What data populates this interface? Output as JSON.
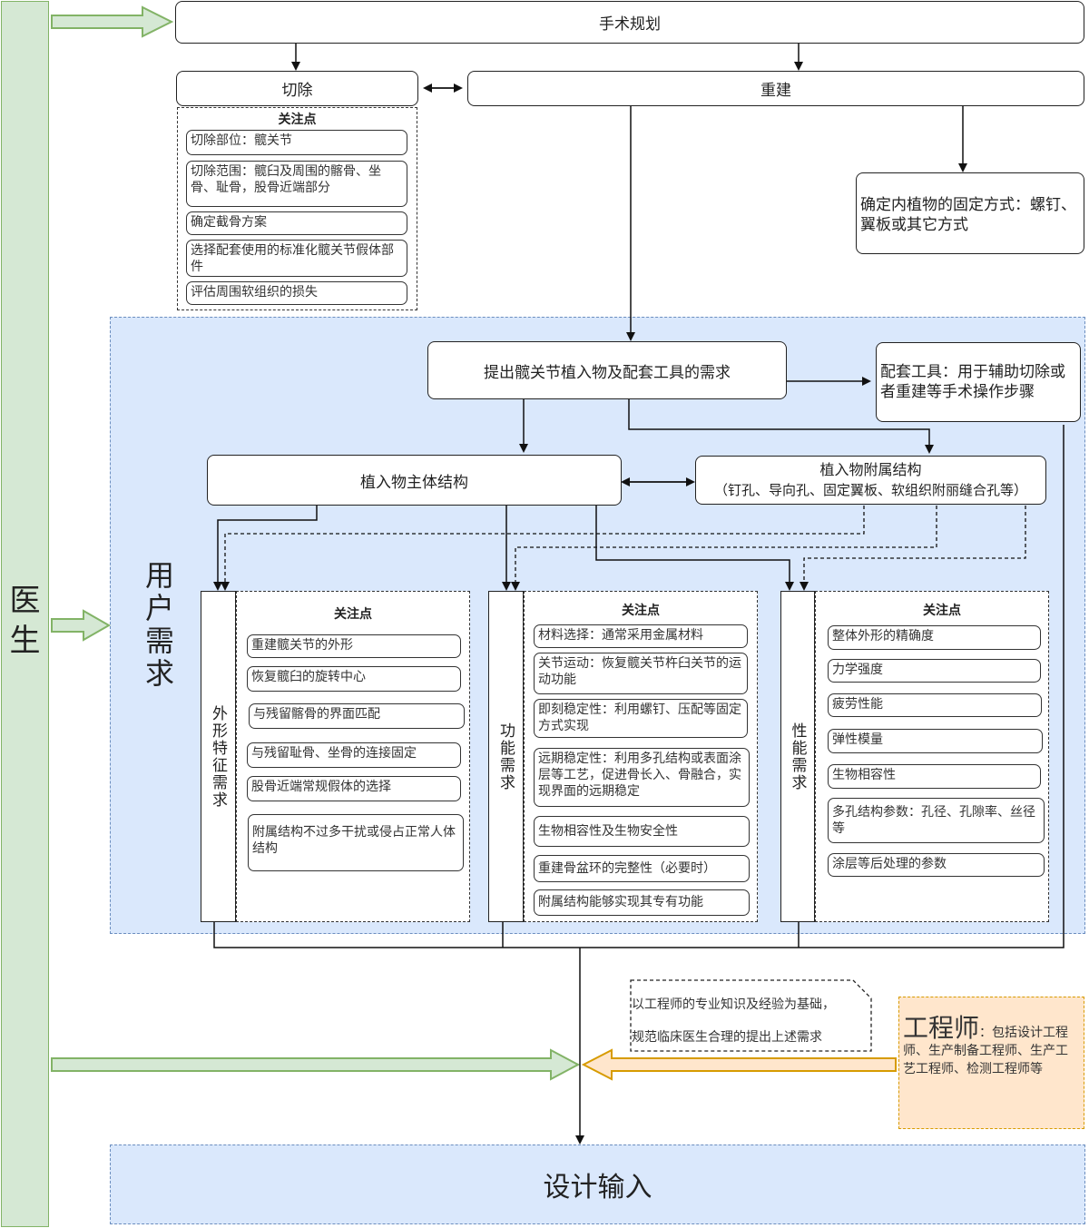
{
  "doctor": {
    "label": "医生"
  },
  "surgery_planning": "手术规划",
  "resection": "切除",
  "reconstruction": "重建",
  "resection_focus": {
    "title": "关注点",
    "items": [
      "切除部位：髋关节",
      "切除范围：髋臼及周围的髂骨、坐骨、耻骨，股骨近端部分",
      "确定截骨方案",
      "选择配套使用的标准化髋关节假体部件",
      "评估周围软组织的损失"
    ]
  },
  "fixation_method": "确定内植物的固定方式：螺钉、翼板或其它方式",
  "user_needs": {
    "label": "用户需求"
  },
  "propose_needs": "提出髋关节植入物及配套工具的需求",
  "supporting_tools": "配套工具：用于辅助切除或者重建等手术操作步骤",
  "implant_main": "植入物主体结构",
  "implant_accessory": {
    "line1": "植入物附属结构",
    "line2": "（钉孔、导向孔、固定翼板、软组织附丽缝合孔等）"
  },
  "shape_needs": {
    "label": "外形特征需求",
    "title": "关注点",
    "items": [
      "重建髋关节的外形",
      "恢复髋臼的旋转中心",
      "与残留髂骨的界面匹配",
      "与残留耻骨、坐骨的连接固定",
      "股骨近端常规假体的选择",
      "附属结构不过多干扰或侵占正常人体结构"
    ]
  },
  "function_needs": {
    "label": "功能需求",
    "title": "关注点",
    "items": [
      "材料选择：通常采用金属材料",
      "关节运动：恢复髋关节杵臼关节的运动功能",
      "即刻稳定性：利用螺钉、压配等固定方式实现",
      "远期稳定性：利用多孔结构或表面涂层等工艺，促进骨长入、骨融合，实现界面的远期稳定",
      "生物相容性及生物安全性",
      "重建骨盆环的完整性（必要时）",
      "附属结构能够实现其专有功能"
    ]
  },
  "performance_needs": {
    "label": "性能需求",
    "title": "关注点",
    "items": [
      "整体外形的精确度",
      "力学强度",
      "疲劳性能",
      "弹性模量",
      "生物相容性",
      "多孔结构参数：孔径、孔隙率、丝径等",
      "涂层等后处理的参数"
    ]
  },
  "engineer_note": {
    "line1": "以工程师的专业知识及经验为基础，",
    "line2": "规范临床医生合理的提出上述需求"
  },
  "engineer": {
    "title": "工程师",
    "desc": "：包括设计工程师、生产制备工程师、生产工艺工程师、检测工程师等"
  },
  "design_input": "设计输入",
  "colors": {
    "doctor_fill": "#d5e8d4",
    "doctor_border": "#82b366",
    "user_needs_fill": "#dae8fc",
    "user_needs_border": "#6c8ebf",
    "engineer_fill": "#ffe6cc",
    "engineer_border": "#d79b00",
    "design_fill": "#dae8fc"
  }
}
